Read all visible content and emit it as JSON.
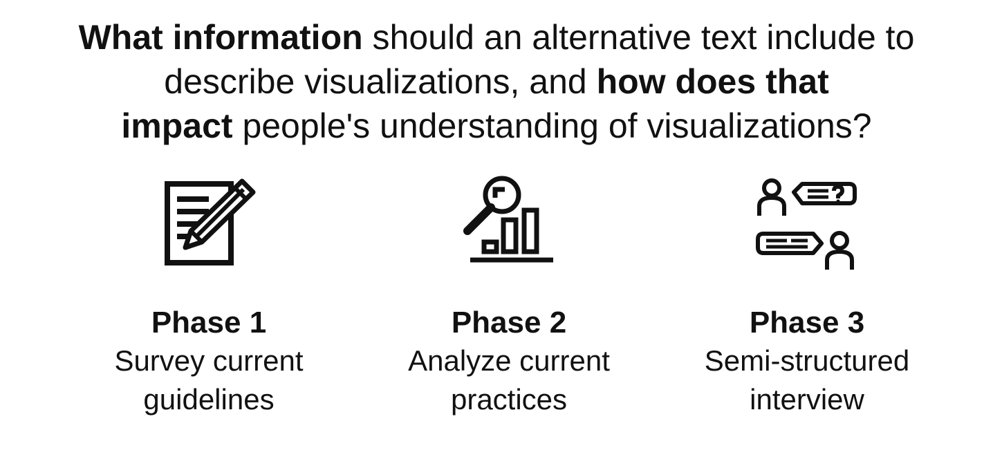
{
  "title": {
    "line1_bold": "What information",
    "line1_rest": " should an alternative text include to",
    "line2_start": "describe visualizations, and ",
    "line2_bold": "how does that",
    "line3_bold": "impact",
    "line3_rest": " people's understanding of visualizations?"
  },
  "phases": [
    {
      "title": "Phase 1",
      "desc_line1": "Survey current",
      "desc_line2": "guidelines",
      "icon": "document-pencil-icon"
    },
    {
      "title": "Phase 2",
      "desc_line1": "Analyze current",
      "desc_line2": "practices",
      "icon": "magnifier-bar-chart-icon"
    },
    {
      "title": "Phase 3",
      "desc_line1": "Semi-structured",
      "desc_line2": "interview",
      "icon": "interview-conversation-icon"
    }
  ]
}
